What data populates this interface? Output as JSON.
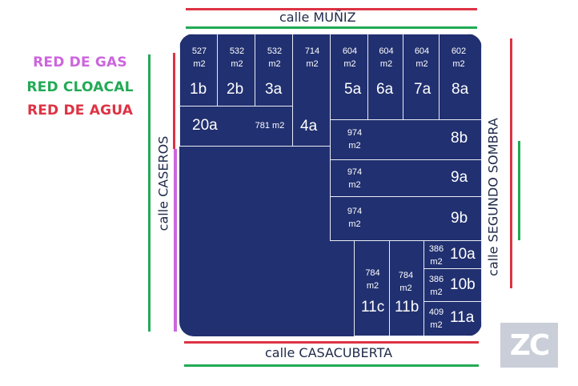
{
  "legend": [
    {
      "label": "RED DE GAS",
      "color": "#cc66dd"
    },
    {
      "label": "RED CLOACAL",
      "color": "#22aa55"
    },
    {
      "label": "RED DE AGUA",
      "color": "#dd3344"
    }
  ],
  "streets": {
    "north": "calle MUÑIZ",
    "west": "calle CASEROS",
    "east": "calle SEGUNDO SOMBRA",
    "south": "calle CASACUBERTA"
  },
  "lots": {
    "1b": {
      "label": "1b",
      "area": [
        "527",
        "m2"
      ]
    },
    "2b": {
      "label": "2b",
      "area": [
        "532",
        "m2"
      ]
    },
    "3a": {
      "label": "3a",
      "area": [
        "532",
        "m2"
      ]
    },
    "4a": {
      "label": "4a",
      "area": [
        "714",
        "m2"
      ]
    },
    "5a": {
      "label": "5a",
      "area": [
        "604",
        "m2"
      ]
    },
    "6a": {
      "label": "6a",
      "area": [
        "604",
        "m2"
      ]
    },
    "7a": {
      "label": "7a",
      "area": [
        "604",
        "m2"
      ]
    },
    "8a": {
      "label": "8a",
      "area": [
        "602",
        "m2"
      ]
    },
    "20a": {
      "label": "20a",
      "area": "781 m2"
    },
    "8b": {
      "label": "8b",
      "area": [
        "974",
        "m2"
      ]
    },
    "9a": {
      "label": "9a",
      "area": [
        "974",
        "m2"
      ]
    },
    "9b": {
      "label": "9b",
      "area": [
        "974",
        "m2"
      ]
    },
    "10a": {
      "label": "10a",
      "area": [
        "386",
        "m2"
      ]
    },
    "10b": {
      "label": "10b",
      "area": [
        "386",
        "m2"
      ]
    },
    "11a": {
      "label": "11a",
      "area": [
        "409",
        "m2"
      ]
    },
    "11b": {
      "label": "11b",
      "area": [
        "784",
        "m2"
      ]
    },
    "11c": {
      "label": "11c",
      "area": [
        "784",
        "m2"
      ]
    }
  },
  "logo": {
    "text": "ZC"
  },
  "colors": {
    "block": "#213070",
    "gas": "#cc66dd",
    "sewer": "#22aa55",
    "water": "#dd3344"
  }
}
